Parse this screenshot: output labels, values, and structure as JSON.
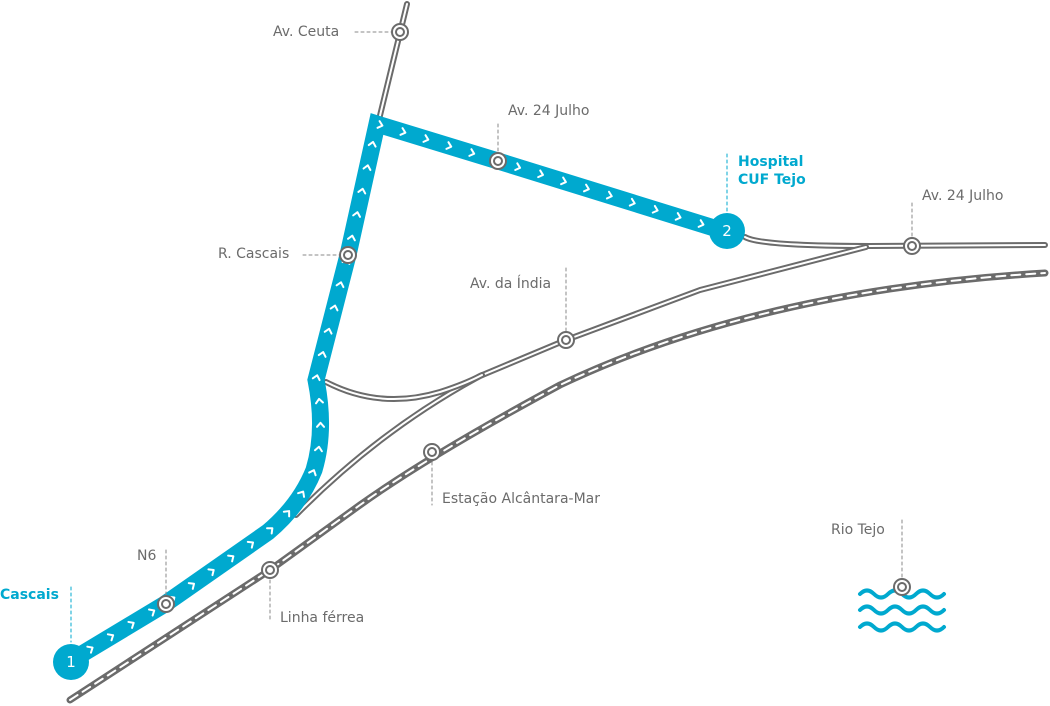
{
  "colors": {
    "route": "#00a9cf",
    "road": "#6b6b6b"
  },
  "route": {
    "start": {
      "number": "1",
      "label": "Cascais"
    },
    "end": {
      "number": "2",
      "label_line1": "Hospital",
      "label_line2": "CUF Tejo"
    }
  },
  "labels": {
    "av_ceuta": "Av. Ceuta",
    "av_24_julho_a": "Av. 24 Julho",
    "av_24_julho_b": "Av. 24 Julho",
    "r_cascais": "R. Cascais",
    "av_india": "Av. da Índia",
    "estacao": "Estação Alcântara-Mar",
    "n6": "N6",
    "linha_ferrea": "Linha férrea",
    "rio_tejo": "Rio Tejo"
  }
}
